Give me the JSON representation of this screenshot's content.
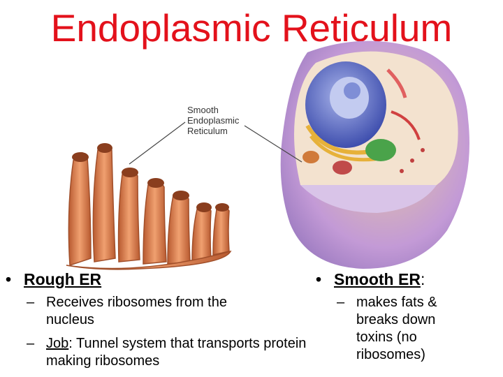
{
  "slide": {
    "title": "Endoplasmic Reticulum"
  },
  "diagram": {
    "smooth_label_line1": "Smooth",
    "smooth_label_line2": "Endoplasmic",
    "smooth_label_line3": "Reticulum",
    "icon": "smooth-er-tubules-and-animal-cell"
  },
  "left_column": {
    "bullet": "•",
    "heading": "Rough ER",
    "items": [
      {
        "dash": "–",
        "text": "Receives ribosomes from the nucleus"
      },
      {
        "dash": "–",
        "prefix": "Job",
        "text": ": Tunnel system that transports protein making ribosomes"
      }
    ]
  },
  "right_column": {
    "bullet": "•",
    "heading": "Smooth ER",
    "heading_suffix": ":",
    "items": [
      {
        "dash": "–",
        "text": "makes fats & breaks down toxins (no ribosomes)"
      }
    ]
  },
  "colors": {
    "title": "#e3111b",
    "tubule": "#d9794a",
    "cell_outer": "#b78fd0",
    "nucleus": "#4f5fb8"
  }
}
